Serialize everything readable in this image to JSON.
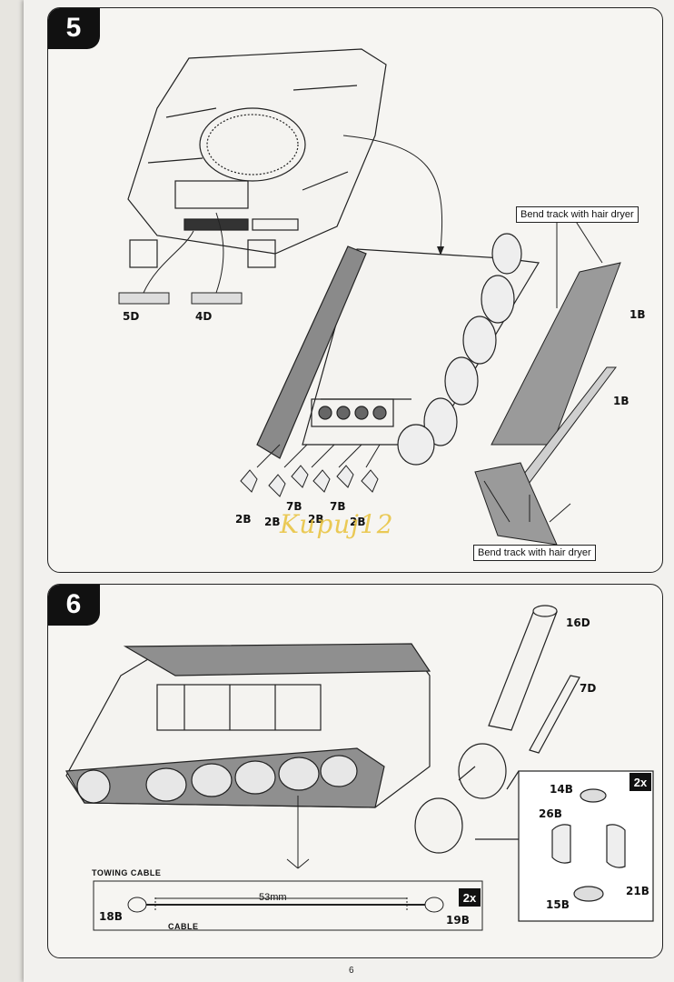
{
  "page": {
    "number": "6"
  },
  "watermark": "Kupuj12",
  "step5": {
    "number": "5",
    "note_top": "Bend track with hair dryer",
    "note_bottom": "Bend track with hair dryer",
    "labels": {
      "p5d": "5D",
      "p4d": "4D",
      "p1b_a": "1B",
      "p1b_b": "1B",
      "p2b_1": "2B",
      "p2b_2": "2B",
      "p7b_1": "7B",
      "p2b_3": "2B",
      "p7b_2": "7B",
      "p2b_4": "2B"
    }
  },
  "step6": {
    "number": "6",
    "labels": {
      "p16d": "16D",
      "p7d": "7D",
      "p14b": "14B",
      "p26b": "26B",
      "p15b": "15B",
      "p21b": "21B",
      "p18b": "18B",
      "p19b": "19B"
    },
    "inset_badge": "2x",
    "cable_badge": "2x",
    "towing_cable_title": "Towing cable",
    "cable_label": "Cable",
    "cable_length": "53mm"
  }
}
